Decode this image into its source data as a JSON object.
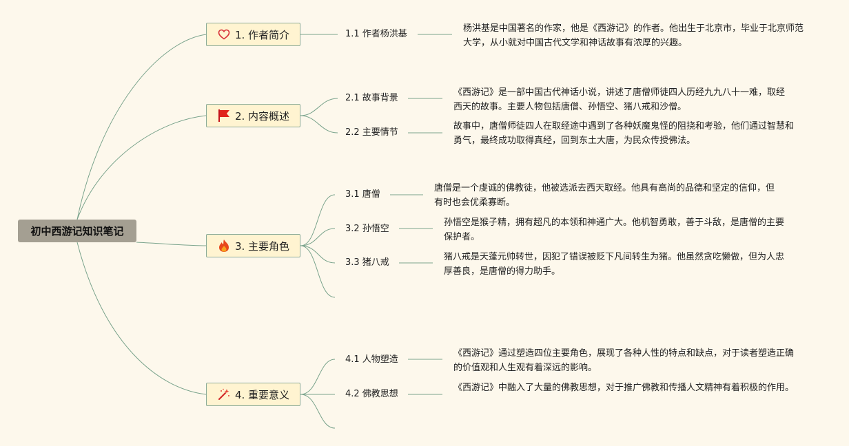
{
  "root": {
    "label": "初中西游记知识笔记"
  },
  "branches": [
    {
      "label": "1. 作者简介",
      "icon": "heart-icon",
      "children": [
        {
          "label": "1.1 作者杨洪基",
          "note": "杨洪基是中国著名的作家，他是《西游记》的作者。他出生于北京市，毕业于北京师范大学，从小就对中国古代文学和神话故事有浓厚的兴趣。"
        }
      ]
    },
    {
      "label": "2. 内容概述",
      "icon": "flag-icon",
      "children": [
        {
          "label": "2.1 故事背景",
          "note": "《西游记》是一部中国古代神话小说，讲述了唐僧师徒四人历经九九八十一难，取经西天的故事。主要人物包括唐僧、孙悟空、猪八戒和沙僧。"
        },
        {
          "label": "2.2 主要情节",
          "note": "故事中，唐僧师徒四人在取经途中遇到了各种妖魔鬼怪的阻挠和考验，他们通过智慧和勇气，最终成功取得真经，回到东土大唐，为民众传授佛法。"
        }
      ]
    },
    {
      "label": "3. 主要角色",
      "icon": "fire-icon",
      "children": [
        {
          "label": "3.1 唐僧",
          "note": "唐僧是一个虔诚的佛教徒，他被选派去西天取经。他具有高尚的品德和坚定的信仰，但有时也会优柔寡断。"
        },
        {
          "label": "3.2 孙悟空",
          "note": "孙悟空是猴子精，拥有超凡的本领和神通广大。他机智勇敢，善于斗敌，是唐僧的主要保护者。"
        },
        {
          "label": "3.3 猪八戒",
          "note": "猪八戒是天蓬元帅转世，因犯了错误被贬下凡间转生为猪。他虽然贪吃懒做，但为人忠厚善良，是唐僧的得力助手。"
        }
      ]
    },
    {
      "label": "4. 重要意义",
      "icon": "magic-wand-icon",
      "children": [
        {
          "label": "4.1 人物塑造",
          "note": "《西游记》通过塑造四位主要角色，展现了各种人性的特点和缺点，对于读者塑造正确的价值观和人生观有着深远的影响。"
        },
        {
          "label": "4.2 佛教思想",
          "note": "《西游记》中融入了大量的佛教思想，对于推广佛教和传播人文精神有着积极的作用。"
        }
      ]
    }
  ],
  "colors": {
    "line": "#7aa38c",
    "branch_fill": "#fff4d1",
    "root_fill": "#a49f92",
    "background": "#fdf8ec"
  }
}
